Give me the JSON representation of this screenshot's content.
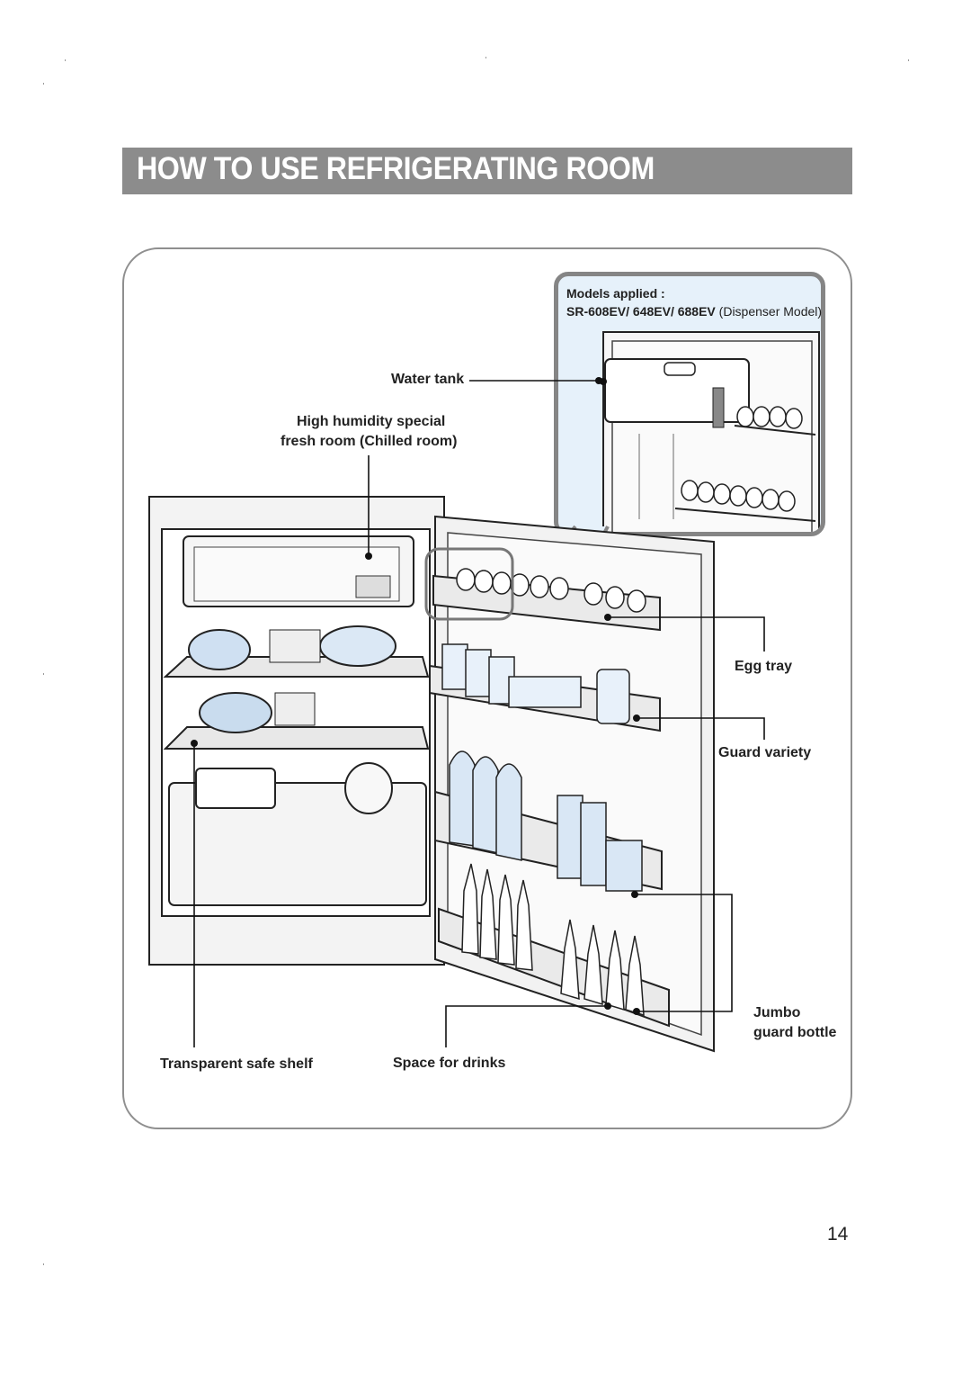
{
  "header": {
    "title": "HOW TO USE REFRIGERATING ROOM"
  },
  "inset": {
    "models_label": "Models applied :",
    "models_bold": "SR-608EV/ 648EV/ 688EV",
    "models_note": "(Dispenser Model)"
  },
  "callouts": {
    "water_tank": "Water tank",
    "high_humidity_line1": "High humidity special",
    "high_humidity_line2": "fresh  room (Chilled room)",
    "egg_tray": "Egg tray",
    "guard_variety": "Guard variety",
    "jumbo_line1": "Jumbo",
    "jumbo_line2": "guard bottle",
    "transparent_shelf": "Transparent safe shelf",
    "space_for_drinks": "Space for drinks"
  },
  "page_number": "14"
}
